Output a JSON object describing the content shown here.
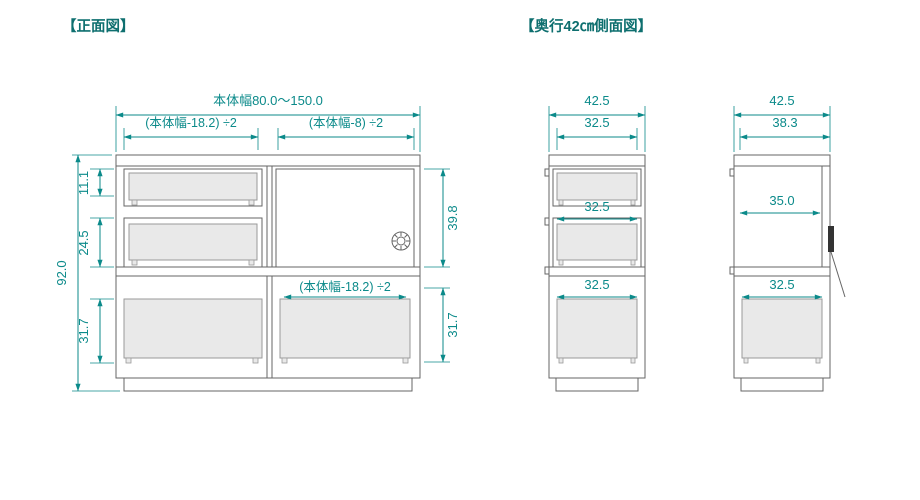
{
  "headings": {
    "front": "【正面図】",
    "side": "【奥行42㎝側面図】"
  },
  "front": {
    "width_total": "本体幅80.0〜150.0",
    "width_left_half": "(本体幅-18.2) ÷2",
    "width_right_half": "(本体幅-8) ÷2",
    "height_total": "92.0",
    "top_flap_height": "11.1",
    "middle_drawer_height": "24.5",
    "bottom_drawer_height": "31.7",
    "door_height": "39.8",
    "right_drawer_height": "31.7",
    "bottom_right_drawer_width": "(本体幅-18.2) ÷2"
  },
  "side1": {
    "outer_width": "42.5",
    "inner_width": "32.5",
    "mid_width": "32.5",
    "bottom_width": "32.5"
  },
  "side2": {
    "outer_width": "42.5",
    "inner_width": "38.3",
    "mid_width": "35.0",
    "bottom_width": "32.5"
  },
  "colors": {
    "dimension": "#0b8a8a",
    "outline": "#666666",
    "panel_fill": "#e9e9e9"
  }
}
